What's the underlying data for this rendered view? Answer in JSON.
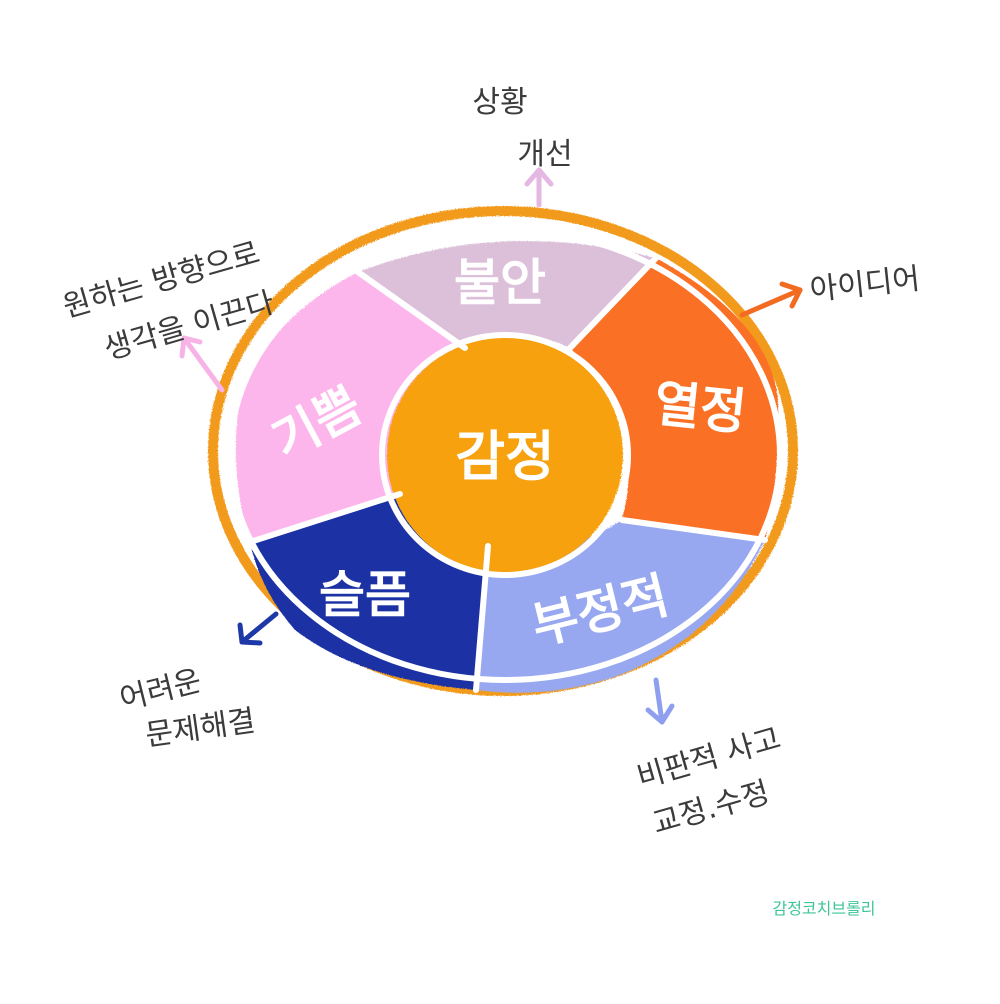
{
  "diagram": {
    "center": {
      "label": "감정",
      "color": "#f6a10a"
    },
    "ring_color": "#f29a1c",
    "segments": [
      {
        "id": "anxiety",
        "label": "불안",
        "color": "#dcc0da"
      },
      {
        "id": "passion",
        "label": "열정",
        "color": "#fa7126"
      },
      {
        "id": "negative",
        "label": "부정적",
        "color": "#97a8f1"
      },
      {
        "id": "sadness",
        "label": "슬픔",
        "color": "#1e33a4"
      },
      {
        "id": "joy",
        "label": "기쁨",
        "color": "#fdb6ec"
      }
    ],
    "outcomes": [
      {
        "id": "anxiety",
        "lines": [
          "상황",
          "개선"
        ],
        "arrow_color": "#e5b7e3"
      },
      {
        "id": "passion",
        "lines": [
          "아이디어"
        ],
        "arrow_color": "#f26b21"
      },
      {
        "id": "negative",
        "lines": [
          "비판적 사고",
          "교정.수정"
        ],
        "arrow_color": "#8f9ff0"
      },
      {
        "id": "sadness",
        "lines": [
          "어려운",
          "문제해결"
        ],
        "arrow_color": "#1f38a8"
      },
      {
        "id": "joy",
        "lines": [
          "원하는 방향으로",
          "생각을 이끈다"
        ],
        "arrow_color": "#f7b3e6"
      }
    ],
    "credit": "감정코치브롤리"
  }
}
